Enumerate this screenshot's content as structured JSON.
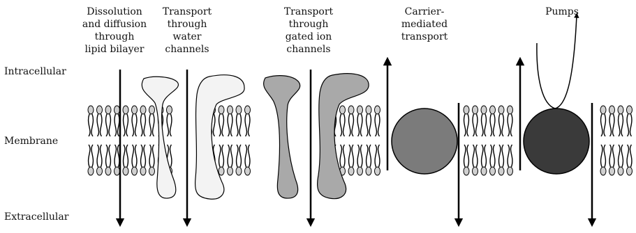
{
  "labels": {
    "dissolution": [
      "Dissolution",
      "and diffusion",
      "through",
      "lipid bilayer"
    ],
    "water": [
      "Transport",
      "through",
      "water",
      "channels"
    ],
    "gated": [
      "Transport",
      "through",
      "gated ion",
      "channels"
    ],
    "carrier": [
      "Carrier-",
      "mediated",
      "transport"
    ],
    "pumps": [
      "Pumps"
    ]
  },
  "regions": {
    "intracellular": "Intracellular",
    "membrane": "Membrane",
    "extracellular": "Extracellular"
  },
  "colors": {
    "water_channel": "#f3f3f3",
    "gated_channel": "#a9a9a9",
    "carrier": "#7b7b7b",
    "pump": "#3a3a3a",
    "lipid_head": "#d0d0d0",
    "stroke": "#000000"
  }
}
